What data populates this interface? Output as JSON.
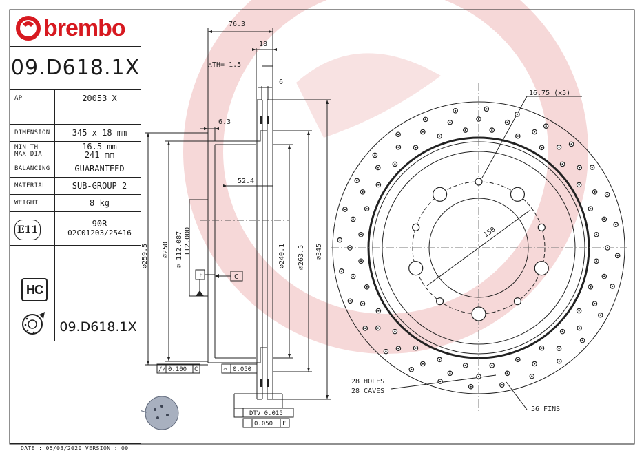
{
  "brand": {
    "name": "brembo",
    "color": "#d71920"
  },
  "part_number": "09.D618.1X",
  "specs": [
    {
      "key": "AP",
      "value": "20053 X"
    },
    {
      "key": "DIMENSION",
      "value": "345 x 18 mm"
    },
    {
      "key_line1": "MIN TH",
      "key_line2": "MAX DIA",
      "value_line1": "16.5 mm",
      "value_line2": "241 mm"
    },
    {
      "key": "BALANCING",
      "value": "GUARANTEED"
    },
    {
      "key": "MATERIAL",
      "value": "SUB-GROUP 2"
    },
    {
      "key": "WEIGHT",
      "value": "8 kg"
    }
  ],
  "approval": {
    "mark": "E11",
    "line1": "90R",
    "line2": "02C01203/25416"
  },
  "hc_badge": "HC",
  "bottom_part_number": "09.D618.1X",
  "footer": "DATE : 05/03/2020 VERSION : 00",
  "section_dims": {
    "width_total": "76.3",
    "thickness": "18",
    "th_tol": "△TH= 1.5",
    "vane": "6",
    "hat": "6.3",
    "depth": "52.4",
    "d2595": "⌀259.5",
    "d250": "⌀250",
    "d112": "⌀ 112.087",
    "d112b": "112.000",
    "d2401": "⌀240.1",
    "d2635": "⌀263.5",
    "d345": "⌀345",
    "datum_f": "F",
    "datum_c": "C",
    "tol1_sym": "//",
    "tol1_val": "0.100",
    "tol1_ref": "C",
    "tol2_sym": "▱",
    "tol2_val": "0.050",
    "dtv_label": "DTV 0.015",
    "runout_val": "0.050",
    "runout_ref": "F"
  },
  "front_view": {
    "bolt_holes": "16.75 (x5)",
    "pcd": "150",
    "holes": "28 HOLES",
    "caves": "28 CAVES",
    "fins": "56 FINS"
  }
}
